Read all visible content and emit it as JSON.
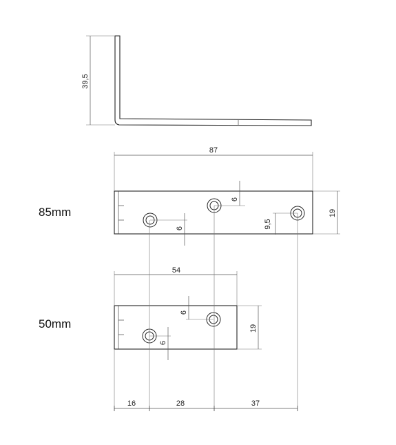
{
  "side_view": {
    "height_dim": "39,5"
  },
  "plate_85": {
    "label": "85mm",
    "dims": {
      "length": "87",
      "height": "19",
      "hole_top_offset": "6",
      "hole_bottom_offset": "6",
      "hole_right_offset": "9,5"
    }
  },
  "plate_50": {
    "label": "50mm",
    "dims": {
      "length": "54",
      "height": "19",
      "hole_top_offset": "6",
      "hole_bottom_offset": "6"
    }
  },
  "spacing": {
    "first": "16",
    "second": "28",
    "third": "37"
  }
}
